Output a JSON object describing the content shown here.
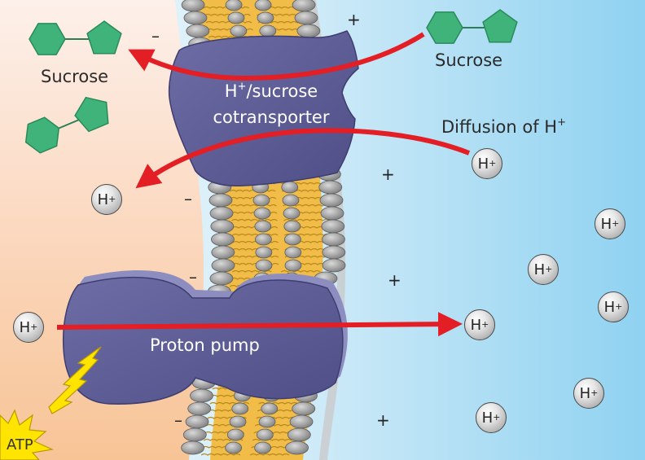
{
  "labels": {
    "sucrose_left": "Sucrose",
    "sucrose_right": "Sucrose",
    "cotransporter_line1": "H",
    "cotransporter_sup": "+",
    "cotransporter_line1_rest": "/sucrose",
    "cotransporter_line2": "cotransporter",
    "diffusion": "Diffusion of H",
    "diffusion_sup": "+",
    "proton_pump": "Proton pump",
    "atp": "ATP"
  },
  "ion": {
    "symbol": "H",
    "charge": "+"
  },
  "charges": {
    "minus": "–",
    "plus": "+"
  },
  "colors": {
    "inside_fill": "#fbd9bd",
    "outside_fill": "#a8dbf3",
    "protein": "#5b5a92",
    "arrow": "#e31e24",
    "sucrose": "#3fb37a",
    "lipid_tail": "#f2c24c",
    "lipid_head": "#9a9a9a",
    "lightning": "#ffe400"
  }
}
